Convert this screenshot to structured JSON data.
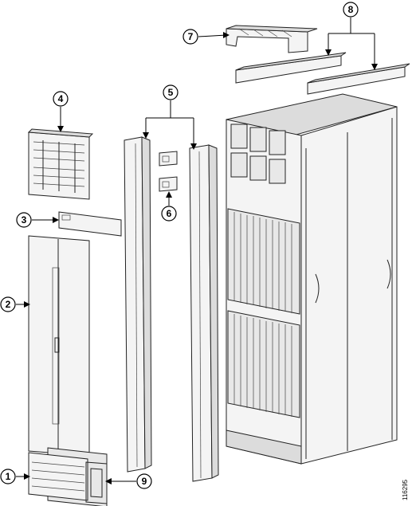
{
  "callouts": [
    {
      "id": "c1",
      "label": "1"
    },
    {
      "id": "c2",
      "label": "2"
    },
    {
      "id": "c3",
      "label": "3"
    },
    {
      "id": "c4",
      "label": "4"
    },
    {
      "id": "c5",
      "label": "5"
    },
    {
      "id": "c6",
      "label": "6"
    },
    {
      "id": "c7",
      "label": "7"
    },
    {
      "id": "c8",
      "label": "8"
    },
    {
      "id": "c9",
      "label": "9"
    }
  ],
  "figure_id": "116295",
  "colors": {
    "line": "#222222",
    "panel": "#f4f4f4",
    "shade": "#dcdcdc",
    "background": "#ffffff"
  }
}
